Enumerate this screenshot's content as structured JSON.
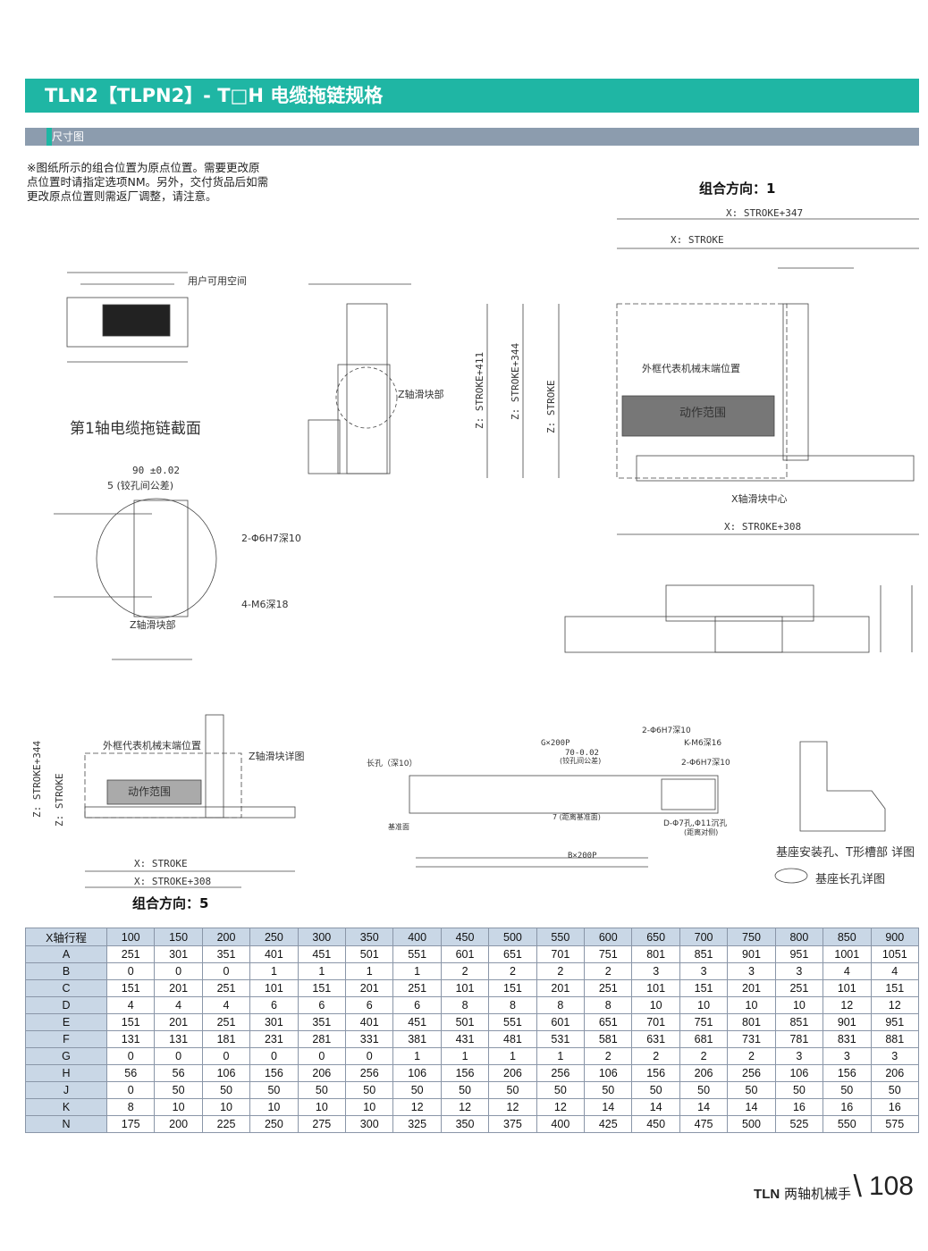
{
  "header": {
    "title": "TLN2【TLPN2】- T□H  电缆拖链规格"
  },
  "section": {
    "label": "尺寸图"
  },
  "note": "※图纸所示的组合位置为原点位置。需要更改原点位置时请指定选项NM。另外，交付货品后如需更改原点位置则需返厂调整，请注意。",
  "drawings": {
    "orient1_title": "组合方向：1",
    "orient5_title": "组合方向：5",
    "section_caption": "第1轴电缆拖链截面",
    "user_space": "用户可用空间",
    "z_slider": "Z轴滑块部",
    "z_slider_detail": "Z轴滑块详图",
    "x_slider_center": "X轴滑块中心",
    "outer_frame": "外框代表机械末端位置",
    "motion_range": "动作范围",
    "base_detail": "基座安装孔、T形槽部 详图",
    "base_slot": "基座长孔详图",
    "dim_xs347": "X: STROKE+347",
    "dim_xs": "X: STROKE",
    "dim_xs308": "X: STROKE+308",
    "dim_zs411": "Z: STROKE+411",
    "dim_zs344": "Z: STROKE+344",
    "dim_zs": "Z: STROKE",
    "dim_zs344_b": "Z: STROKE+344",
    "dim_zs_b": "Z: STROKE",
    "dim_xs_b": "X: STROKE",
    "dim_xs308_b": "X: STROKE+308",
    "hole1": "2-Φ6H7深10",
    "hole2": "4-M6深18",
    "tol": "90 ±0.02",
    "tol2": "5 (铰孔间公差)",
    "long_hole": "长孔（深10）",
    "hole3": "2-Φ6H7深10",
    "hole4": "K-M6深16",
    "hole5": "2-Φ6H7深10",
    "hole6": "D-Φ7孔,Φ11沉孔",
    "hole6b": "(距离对侧)",
    "tol3": "70-0.02",
    "tol3b": "(铰孔间公差)",
    "ref7": "7 (距离基准面)",
    "base_face": "基准面",
    "gx": "G×200P",
    "bx": "B×200P"
  },
  "table": {
    "header": [
      "X轴行程",
      "100",
      "150",
      "200",
      "250",
      "300",
      "350",
      "400",
      "450",
      "500",
      "550",
      "600",
      "650",
      "700",
      "750",
      "800",
      "850",
      "900"
    ],
    "rows": [
      [
        "A",
        "251",
        "301",
        "351",
        "401",
        "451",
        "501",
        "551",
        "601",
        "651",
        "701",
        "751",
        "801",
        "851",
        "901",
        "951",
        "1001",
        "1051"
      ],
      [
        "B",
        "0",
        "0",
        "0",
        "1",
        "1",
        "1",
        "1",
        "2",
        "2",
        "2",
        "2",
        "3",
        "3",
        "3",
        "3",
        "4",
        "4"
      ],
      [
        "C",
        "151",
        "201",
        "251",
        "101",
        "151",
        "201",
        "251",
        "101",
        "151",
        "201",
        "251",
        "101",
        "151",
        "201",
        "251",
        "101",
        "151"
      ],
      [
        "D",
        "4",
        "4",
        "4",
        "6",
        "6",
        "6",
        "6",
        "8",
        "8",
        "8",
        "8",
        "10",
        "10",
        "10",
        "10",
        "12",
        "12"
      ],
      [
        "E",
        "151",
        "201",
        "251",
        "301",
        "351",
        "401",
        "451",
        "501",
        "551",
        "601",
        "651",
        "701",
        "751",
        "801",
        "851",
        "901",
        "951"
      ],
      [
        "F",
        "131",
        "131",
        "181",
        "231",
        "281",
        "331",
        "381",
        "431",
        "481",
        "531",
        "581",
        "631",
        "681",
        "731",
        "781",
        "831",
        "881"
      ],
      [
        "G",
        "0",
        "0",
        "0",
        "0",
        "0",
        "0",
        "1",
        "1",
        "1",
        "1",
        "2",
        "2",
        "2",
        "2",
        "3",
        "3",
        "3"
      ],
      [
        "H",
        "56",
        "56",
        "106",
        "156",
        "206",
        "256",
        "106",
        "156",
        "206",
        "256",
        "106",
        "156",
        "206",
        "256",
        "106",
        "156",
        "206"
      ],
      [
        "J",
        "0",
        "50",
        "50",
        "50",
        "50",
        "50",
        "50",
        "50",
        "50",
        "50",
        "50",
        "50",
        "50",
        "50",
        "50",
        "50",
        "50"
      ],
      [
        "K",
        "8",
        "10",
        "10",
        "10",
        "10",
        "10",
        "12",
        "12",
        "12",
        "12",
        "14",
        "14",
        "14",
        "14",
        "16",
        "16",
        "16"
      ],
      [
        "N",
        "175",
        "200",
        "225",
        "250",
        "275",
        "300",
        "325",
        "350",
        "375",
        "400",
        "425",
        "450",
        "475",
        "500",
        "525",
        "550",
        "575"
      ]
    ]
  },
  "footer": {
    "brand": "TLN",
    "brand_sub": "两轴机械手",
    "page": "108"
  },
  "colors": {
    "accent": "#1fb6a4",
    "subbar": "#8c9cae",
    "table_head": "#c9d7e6"
  }
}
